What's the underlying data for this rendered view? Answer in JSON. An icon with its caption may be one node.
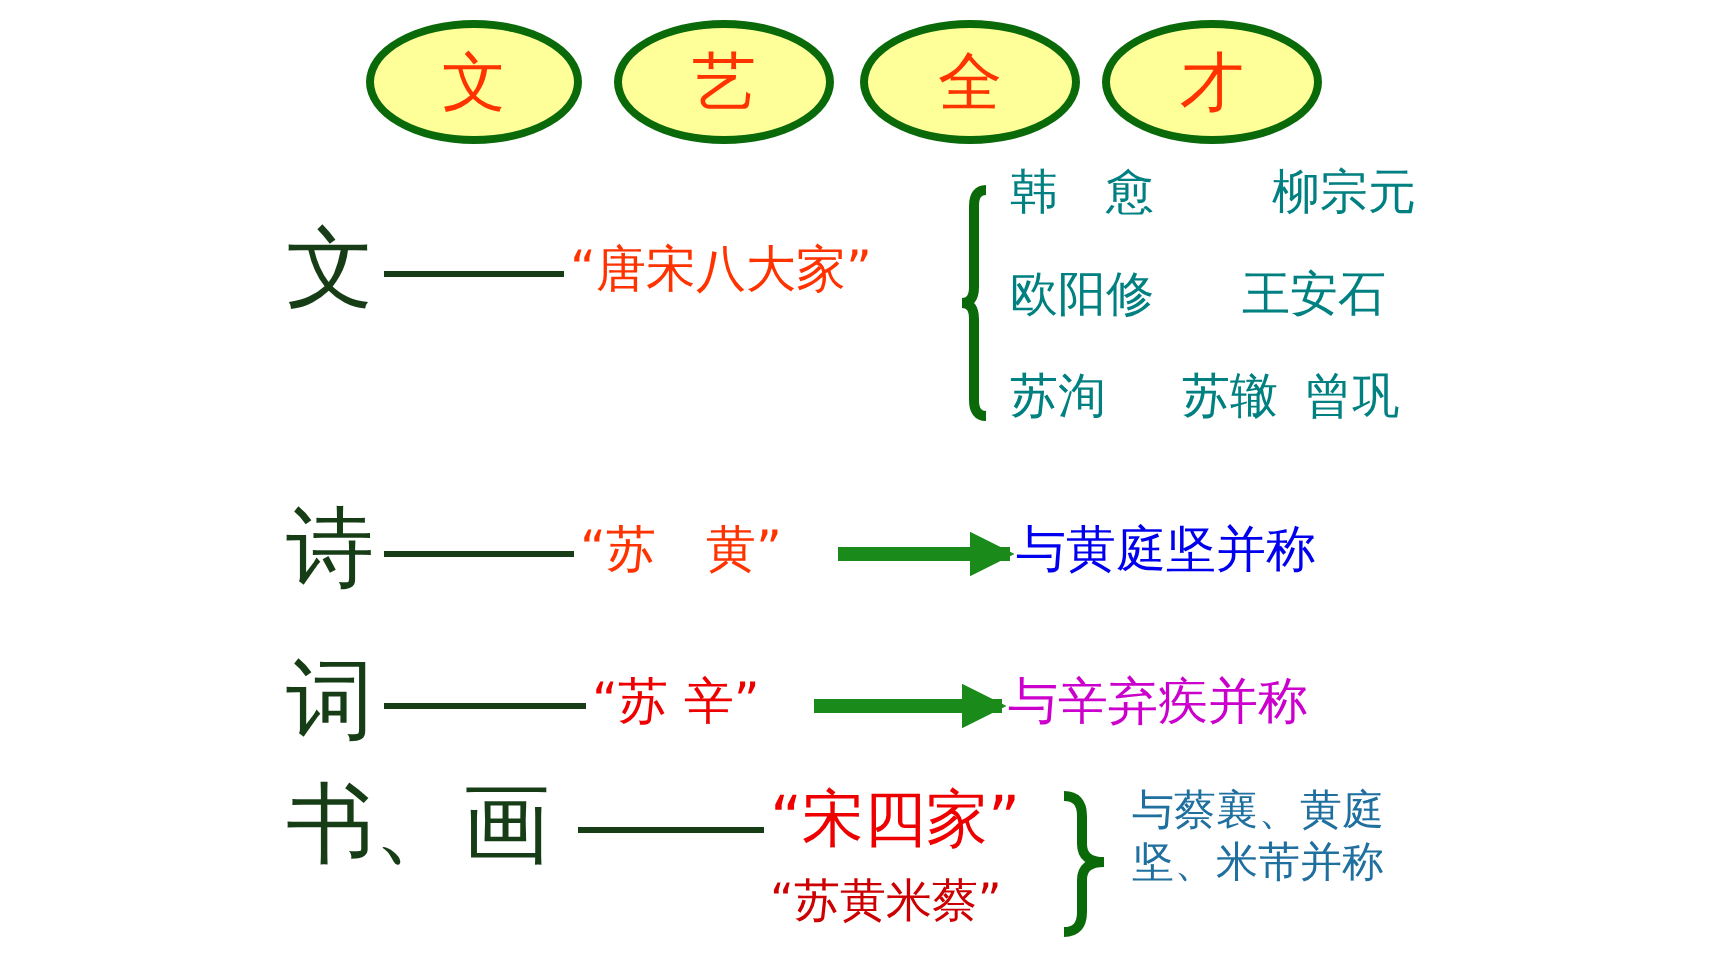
{
  "diagram": {
    "nodes": [
      {
        "text": [
          "文"
        ]
      },
      {
        "text": [
          "艺"
        ]
      },
      {
        "text": [
          "全"
        ]
      },
      {
        "text": [
          "才"
        ]
      },
      {
        "text": [
          "文"
        ]
      },
      {
        "text": [
          "“唐宋八大家”"
        ]
      },
      {
        "text": [
          "诗"
        ]
      },
      {
        "text": [
          "“苏　黄”"
        ]
      },
      {
        "text": [
          "与黄庭坚并称"
        ]
      },
      {
        "text": [
          "词"
        ]
      },
      {
        "text": [
          "“苏 辛”"
        ]
      },
      {
        "text": [
          "与辛弃疾并称"
        ]
      },
      {
        "text": [
          "书、画"
        ]
      },
      {
        "text": [
          "“宋四家”"
        ]
      }
    ],
    "edges": [
      {
        "from": 4,
        "to": 5,
        "arrow": "none"
      },
      {
        "from": 6,
        "to": 7,
        "arrow": "none"
      },
      {
        "from": 7,
        "to": 8,
        "arrow": "to",
        "style": "thick",
        "color": "#1a8a1a"
      },
      {
        "from": 9,
        "to": 10,
        "arrow": "none"
      },
      {
        "from": 10,
        "to": 11,
        "arrow": "to",
        "style": "thick",
        "color": "#1a8a1a"
      },
      {
        "from": 12,
        "to": 13,
        "arrow": "none"
      }
    ],
    "labels": [
      "韩　愈",
      "柳宗元",
      "欧阳修",
      "王安石",
      "苏洵",
      "苏辙",
      "曾巩",
      "“苏黄米蔡”",
      "与蔡襄、黄庭坚、米芾并称"
    ]
  }
}
